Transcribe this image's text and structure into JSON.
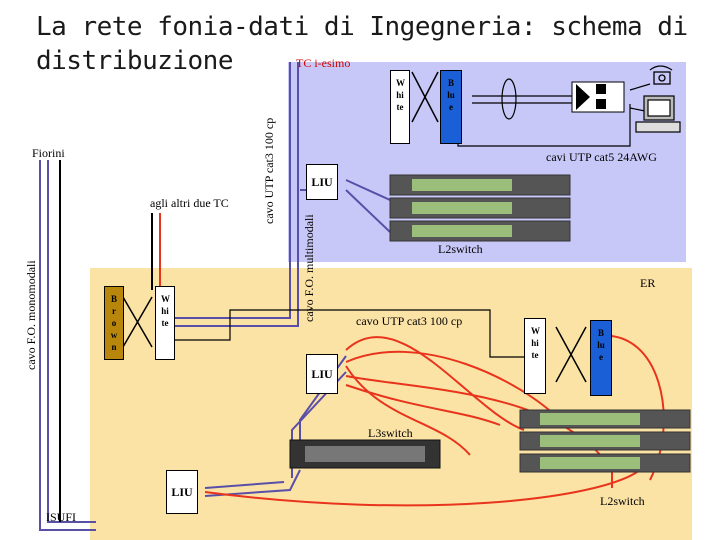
{
  "title": {
    "line1": "La rete fonia-dati di Ingegneria: schema di",
    "line2": "distribuzione"
  },
  "labels": {
    "tc_iesimo": "TC i-esimo",
    "fiorini": "Fiorini",
    "agli_altri": "agli altri due TC",
    "cavo_fo_mono": "cavo F.O. monomodali",
    "cavo_utp_top": "cavo UTP cat3 100 cp",
    "cavo_fo_multi": "cavo F.O. multimodali",
    "cavi_utp_cat5": "cavi UTP cat5 24AWG",
    "l2switch_top": "L2switch",
    "er": "ER",
    "cavo_utp_mid": "cavo UTP cat3 100 cp",
    "l3switch": "L3switch",
    "l2switch_bottom": "L2switch",
    "isufi": "ISUFI",
    "liu": "LIU"
  },
  "blocks": {
    "white_top": "White",
    "blue_top": "Blue",
    "brown": "Brown",
    "white_left": "White",
    "white_right": "White",
    "blue_right": "Blue"
  },
  "colors": {
    "tc_panel": "#c8c8f8",
    "er_panel": "#fbe3a6",
    "blue_block": "#1a5fd6",
    "brown_block": "#b8860b",
    "cable_red": "#e8341c",
    "fiber_purple": "#5a4fa8"
  }
}
